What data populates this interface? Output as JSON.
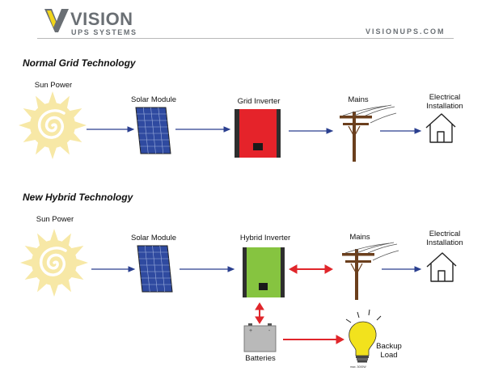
{
  "header": {
    "brand_name": "VISION",
    "brand_subtitle": "UPS SYSTEMS",
    "website": "VISIONUPS.COM"
  },
  "sections": [
    {
      "title": "Normal Grid Technology",
      "labels": {
        "sun": "Sun Power",
        "solar": "Solar Module",
        "inverter": "Grid Inverter",
        "mains": "Mains",
        "house_line1": "Electrical",
        "house_line2": "Installation"
      }
    },
    {
      "title": "New Hybrid Technology",
      "labels": {
        "sun": "Sun Power",
        "solar": "Solar Module",
        "inverter": "Hybrid Inverter",
        "mains": "Mains",
        "house_line1": "Electrical",
        "house_line2": "Installation",
        "batteries": "Batteries",
        "backup_line1": "Backup",
        "backup_line2": "Load",
        "bulb_note": "max. 3000W",
        "battery_plus": "+",
        "battery_minus": "-"
      }
    }
  ],
  "colors": {
    "sun": "#f7e8a6",
    "flow_arrow": "#2a3f8f",
    "bidirectional_arrow": "#e0262b",
    "grid_inverter": "#e5232a",
    "hybrid_inverter": "#86c440",
    "inverter_frame": "#2e2e2e",
    "panel": "#2f4aa0",
    "pole": "#6b3f1d",
    "bulb": "#f2e21d",
    "battery": "#b9b9b9"
  },
  "icons": [
    "logo-v-icon",
    "sun-icon",
    "solar-panel-icon",
    "inverter-icon",
    "utility-pole-icon",
    "house-icon",
    "battery-icon",
    "light-bulb-icon",
    "arrow-icon"
  ]
}
